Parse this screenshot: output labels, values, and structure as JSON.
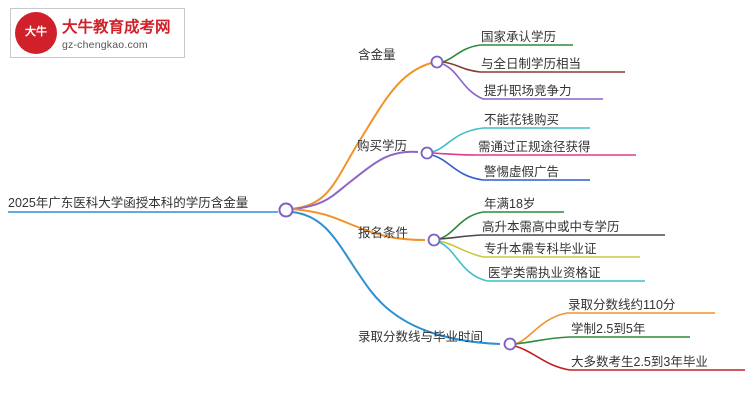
{
  "watermark": {
    "mark_line1": "大",
    "mark_line2": "牛",
    "title": "大牛教育成考网",
    "url": "gz-chengkao.com"
  },
  "mindmap": {
    "root": "2025年广东医科大学函授本科的学历含金量",
    "branches": [
      {
        "label": "含金量",
        "color": "#f0932b",
        "children": [
          {
            "label": "国家承认学历",
            "color": "#2e8b3d"
          },
          {
            "label": "与全日制学历相当",
            "color": "#8b3a2e"
          },
          {
            "label": "提升职场竞争力",
            "color": "#8e64c8"
          }
        ]
      },
      {
        "label": "购买学历",
        "color": "#8e64c8",
        "children": [
          {
            "label": "不能花钱购买",
            "color": "#3ec0c8"
          },
          {
            "label": "需通过正规途径获得",
            "color": "#e0398a"
          },
          {
            "label": "警惕虚假广告",
            "color": "#2f5fc8"
          }
        ]
      },
      {
        "label": "报名条件",
        "color": "#f0932b",
        "children": [
          {
            "label": "年满18岁",
            "color": "#2e8b3d"
          },
          {
            "label": "高升本需高中或中专学历",
            "color": "#4a4a4a"
          },
          {
            "label": "专升本需专科毕业证",
            "color": "#c8c83a"
          },
          {
            "label": "医学类需执业资格证",
            "color": "#3ec0c8"
          }
        ]
      },
      {
        "label": "录取分数线与毕业时间",
        "color": "#2f8fd0",
        "children": [
          {
            "label": "录取分数线约110分",
            "color": "#f0932b"
          },
          {
            "label": "学制2.5到5年",
            "color": "#2e8b3d"
          },
          {
            "label": "大多数考生2.5到3年毕业",
            "color": "#c02020"
          }
        ]
      }
    ]
  },
  "colors": {
    "node_ring": "#7b5ec7",
    "text": "#333333",
    "brand_red": "#d0202a"
  }
}
